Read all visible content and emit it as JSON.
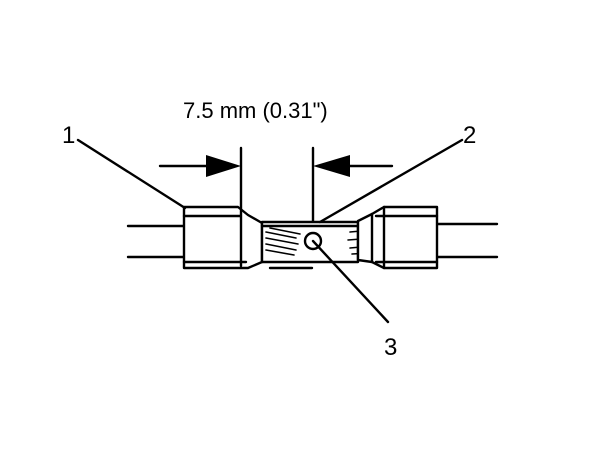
{
  "dimension": {
    "text": "7.5 mm (0.31\")"
  },
  "callouts": [
    {
      "id": "1",
      "text": "1"
    },
    {
      "id": "2",
      "text": "2"
    },
    {
      "id": "3",
      "text": "3"
    }
  ]
}
